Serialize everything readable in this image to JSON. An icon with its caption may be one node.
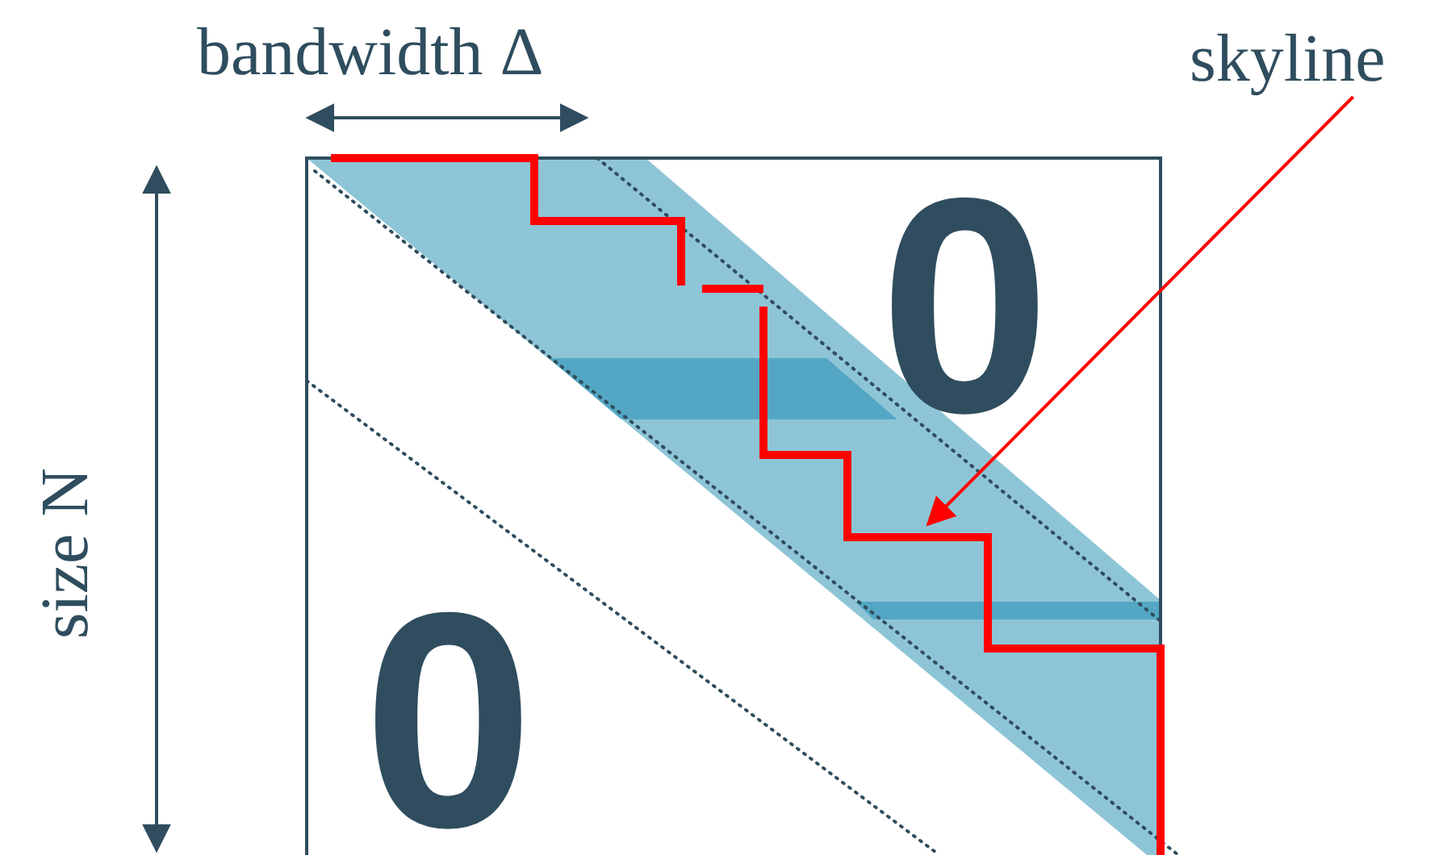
{
  "diagram": {
    "nodes": [
      {
        "text": [
          "skyline"
        ]
      },
      {
        "text": [],
        "shape": "line"
      }
    ],
    "edges": [
      {
        "from": 0,
        "to": 1,
        "arrow": "to"
      }
    ],
    "labels": [
      "bandwidth Δ",
      "0",
      "size N",
      "0"
    ]
  }
}
